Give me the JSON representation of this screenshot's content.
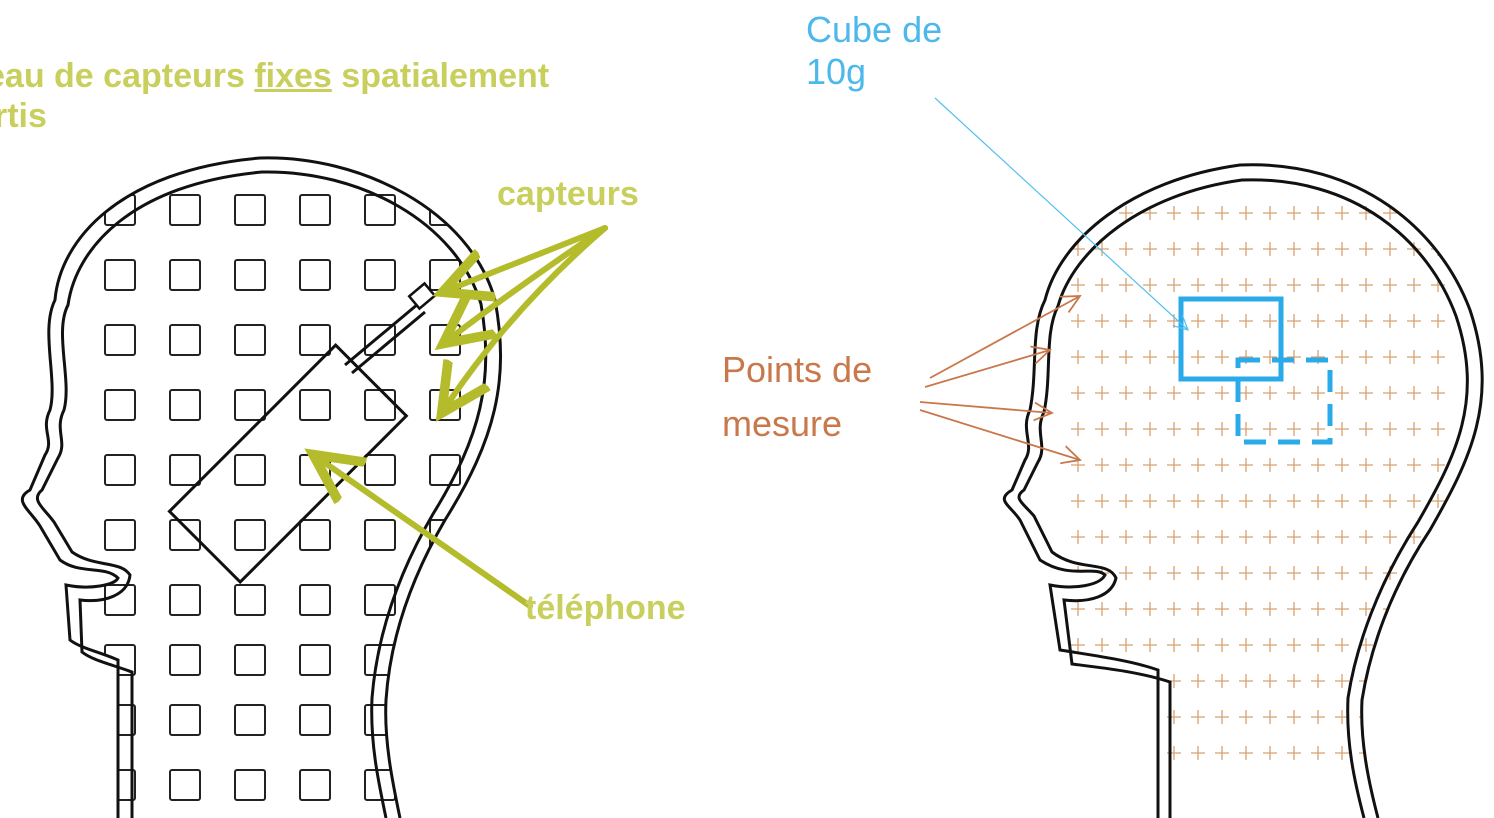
{
  "left_panel": {
    "title_line1_prefix": "eau de capteurs ",
    "title_line1_emph": "fixes",
    "title_line1_suffix": " spatialement",
    "title_line2": "rtis",
    "sensors_label": "capteurs",
    "phone_label": "téléphone"
  },
  "right_panel": {
    "cube_label_line1": "Cube de",
    "cube_label_line2": "10g",
    "points_label_line1": "Points de",
    "points_label_line2": "mesure"
  },
  "colors": {
    "annotation_green": "#b4bc2c",
    "label_green": "#c9cf5c",
    "cube_blue": "#2aaae8",
    "leader_blue": "#52c0f0",
    "points_orange": "#c8784a",
    "plus_orange": "#d8a070",
    "outline": "#111111"
  }
}
